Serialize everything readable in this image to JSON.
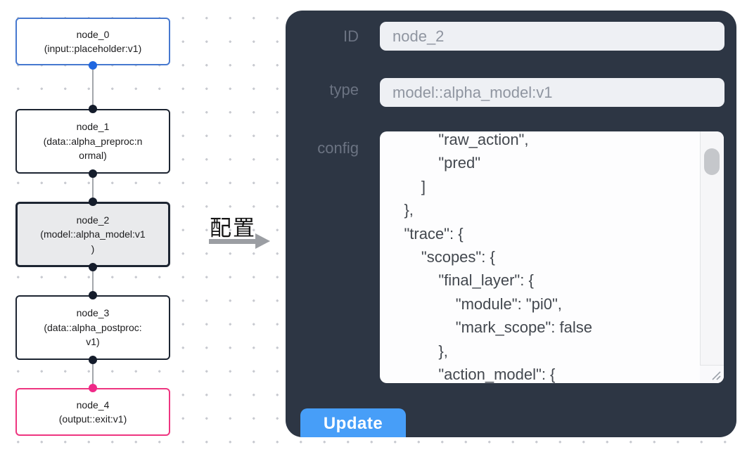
{
  "flowchart": {
    "nodes": [
      {
        "id": "node_0",
        "type_label": "input::placeholder:v1",
        "display_text": "node_0\n(input::placeholder:v1)"
      },
      {
        "id": "node_1",
        "type_label": "data::alpha_preproc:normal",
        "display_text": "node_1\n(data::alpha_preproc:n\normal)"
      },
      {
        "id": "node_2",
        "type_label": "model::alpha_model:v1",
        "display_text": "node_2\n(model::alpha_model:v1\n)"
      },
      {
        "id": "node_3",
        "type_label": "data::alpha_postproc:v1",
        "display_text": "node_3\n(data::alpha_postproc:\nv1)"
      },
      {
        "id": "node_4",
        "type_label": "output::exit:v1",
        "display_text": "node_4\n(output::exit:v1)"
      }
    ],
    "selected_node": "node_2"
  },
  "transition": {
    "label": "配置"
  },
  "panel": {
    "fields": [
      {
        "label": "ID",
        "value": "node_2"
      },
      {
        "label": "type",
        "value": "model::alpha_model:v1"
      },
      {
        "label": "config",
        "value": "            \"raw_action\",\n            \"pred\"\n        ]\n    },\n    \"trace\": {\n        \"scopes\": {\n            \"final_layer\": {\n                \"module\": \"pi0\",\n                \"mark_scope\": false\n            },\n            \"action_model\": {"
      }
    ],
    "update_label": "Update"
  },
  "colors": {
    "panel_bg": "#2d3644",
    "input_bg": "#eef0f4",
    "button_blue": "#479ef8",
    "node_border_default": "#1d2532",
    "node_border_input": "#4678cf",
    "node_border_output": "#ee3580",
    "selected_node_bg": "#e9eaec",
    "port_blue": "#1e66e0",
    "port_dark": "#141c2b",
    "port_pink": "#ef2a88",
    "grid_dot": "#c9cbd1"
  }
}
